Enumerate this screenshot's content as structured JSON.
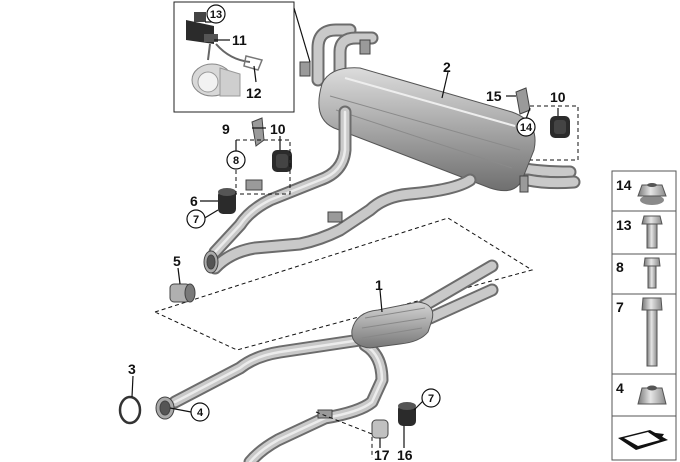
{
  "callouts": {
    "c1": "1",
    "c2": "2",
    "c3": "3",
    "c4": "4",
    "c5": "5",
    "c6": "6",
    "c7a": "7",
    "c7b": "7",
    "c8": "8",
    "c9": "9",
    "c10a": "10",
    "c10b": "10",
    "c11": "11",
    "c12": "12",
    "c13": "13",
    "c14": "14",
    "c15": "15",
    "c16": "16",
    "c17": "17"
  },
  "legend": {
    "items": [
      {
        "number": "14",
        "part": "flange-nut-icon"
      },
      {
        "number": "13",
        "part": "flange-bolt-icon"
      },
      {
        "number": "8",
        "part": "short-bolt-icon"
      },
      {
        "number": "7",
        "part": "long-hex-bolt-icon"
      },
      {
        "number": "4",
        "part": "hex-nut-icon"
      }
    ]
  },
  "colors": {
    "metal_dark": "#6c6c6c",
    "metal_mid": "#9a9a9a",
    "metal_light": "#c9c9c9",
    "rubber": "#2b2b2b",
    "legend_border": "#555555"
  }
}
